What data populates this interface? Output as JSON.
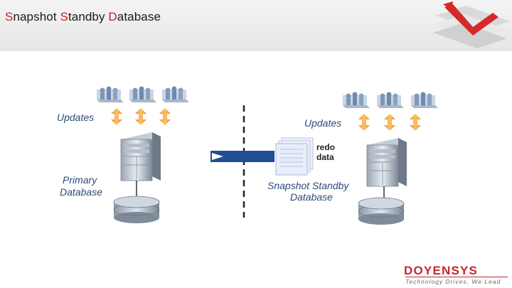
{
  "title": {
    "first_cap": "S",
    "first_rest": "napshot ",
    "second_cap": "S",
    "second_rest": "tandby ",
    "third_cap": "D",
    "third_rest": "atabase"
  },
  "left": {
    "updates_label": "Updates",
    "db_label_1": "Primary",
    "db_label_2": "Database"
  },
  "right": {
    "updates_label": "Updates",
    "db_label_1": "Snapshot Standby",
    "db_label_2": "Database",
    "redo_1": "redo",
    "redo_2": "data"
  },
  "logo": {
    "brand": "DOYENSYS",
    "tagline": "Technology Drives, We Lead"
  },
  "colors": {
    "accent_red": "#cc1f1f",
    "arrow_orange": "#f5a623",
    "label_blue": "#2b4a78",
    "transport_blue": "#1f4e96"
  }
}
